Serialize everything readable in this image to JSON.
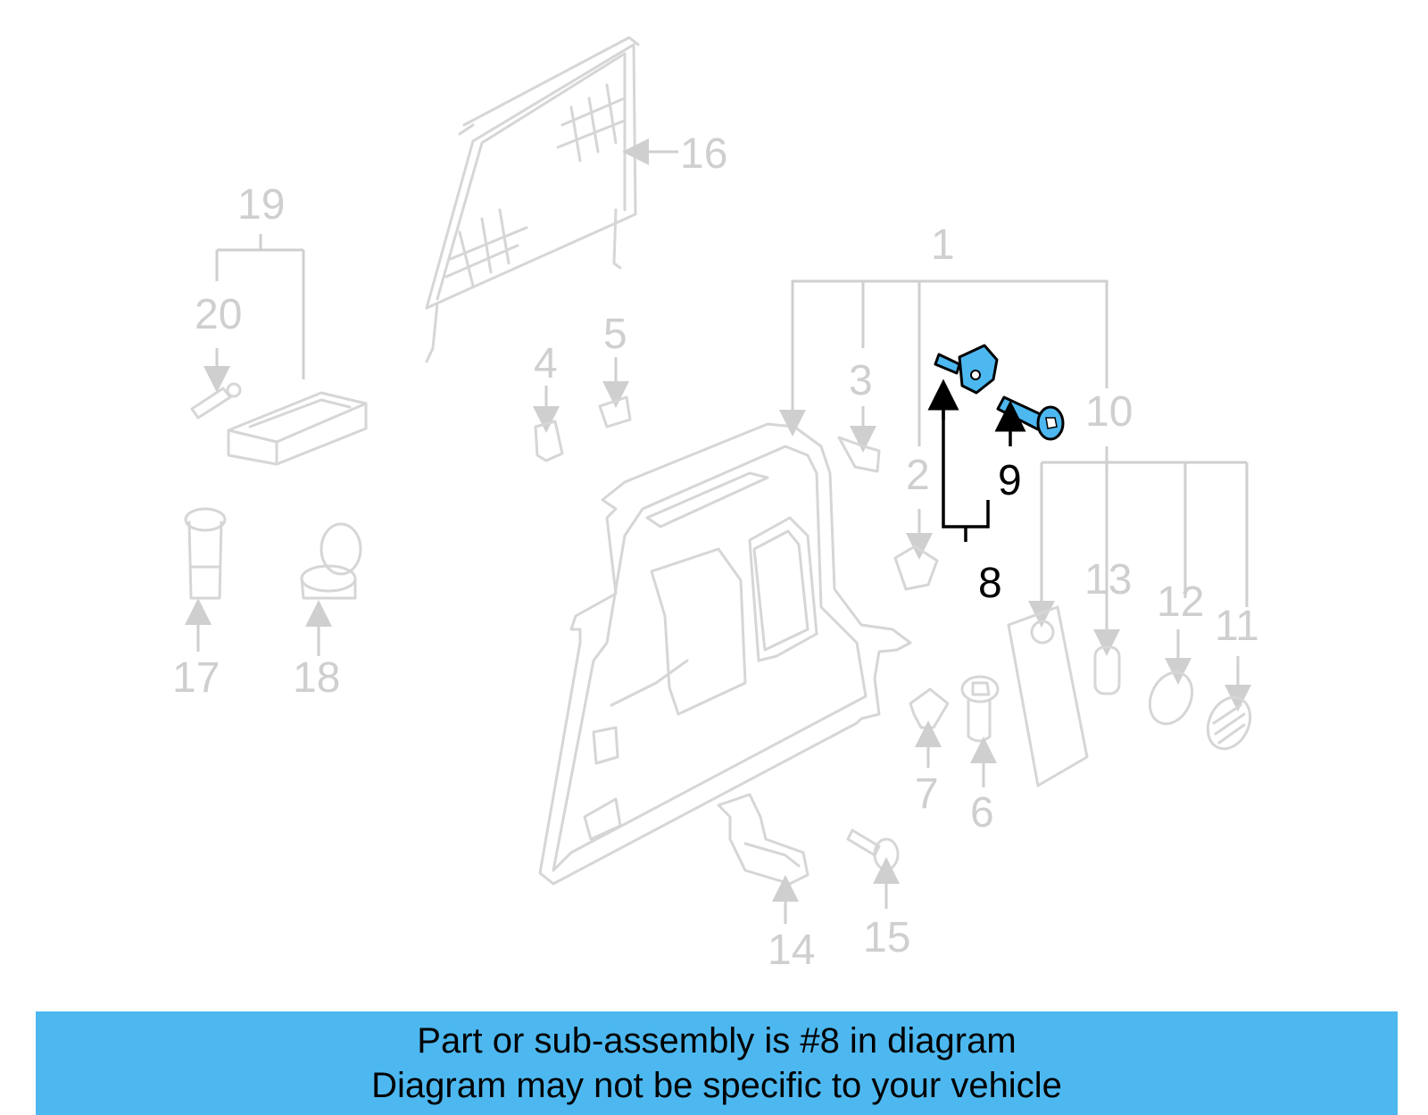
{
  "callouts": {
    "c1": "1",
    "c2": "2",
    "c3": "3",
    "c4": "4",
    "c5": "5",
    "c6": "6",
    "c7": "7",
    "c8": "8",
    "c9": "9",
    "c10": "10",
    "c11": "11",
    "c12": "12",
    "c13": "13",
    "c14": "14",
    "c15": "15",
    "c16": "16",
    "c17": "17",
    "c18": "18",
    "c19": "19",
    "c20": "20"
  },
  "highlight_color": "#4db8f0",
  "banner": {
    "line1": "Part or sub-assembly is #8 in diagram",
    "line2": "Diagram may not be specific to your vehicle"
  }
}
